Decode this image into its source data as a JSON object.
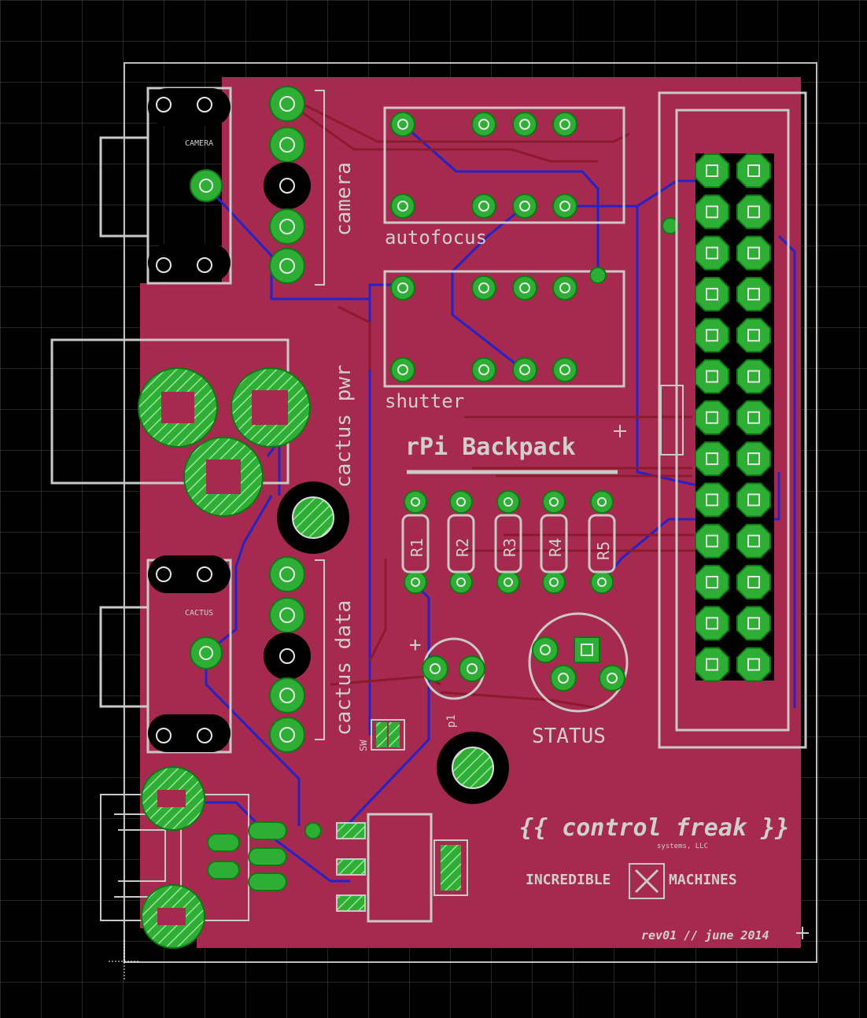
{
  "board": {
    "colors": {
      "background": "#000000",
      "grid": "#4a4a4a",
      "copper_top": "#a6294f",
      "pads": "#2fae35",
      "silkscreen": "#c9c9c9",
      "trace_bottom": "#2323c8",
      "trace_top": "#8c1a2e"
    },
    "labels": {
      "camera_conn": "CAMERA",
      "camera": "camera",
      "autofocus": "autofocus",
      "shutter": "shutter",
      "cactus_pwr": "cactus pwr",
      "cactus_conn": "CACTUS",
      "cactus_data": "cactus data",
      "title": "rPi Backpack",
      "r1": "R1",
      "r2": "R2",
      "r3": "R3",
      "r4": "R4",
      "r5": "R5",
      "status": "STATUS",
      "plus": "+",
      "p1": "p1",
      "sw": "SW",
      "brand": "{{ control freak }}",
      "brand_sub": "systems, LLC",
      "incredible_left": "INCREDIBLE",
      "incredible_right": "MACHINES",
      "revision": "rev01 // june 2014"
    }
  }
}
